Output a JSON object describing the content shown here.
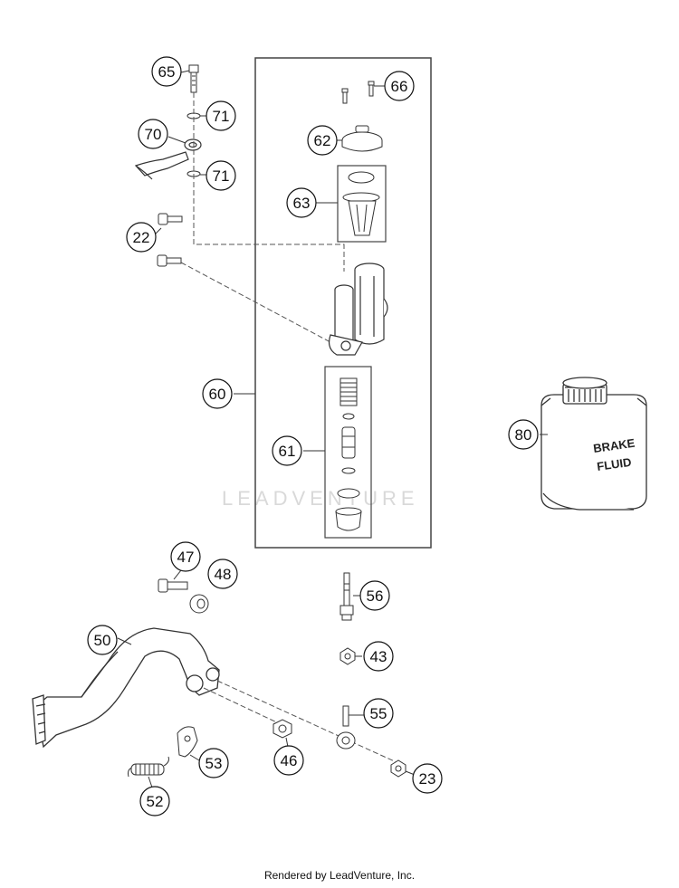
{
  "diagram": {
    "callouts": [
      {
        "id": "65",
        "label": "65"
      },
      {
        "id": "71a",
        "label": "71"
      },
      {
        "id": "70",
        "label": "70"
      },
      {
        "id": "71b",
        "label": "71"
      },
      {
        "id": "22",
        "label": "22"
      },
      {
        "id": "66",
        "label": "66"
      },
      {
        "id": "62",
        "label": "62"
      },
      {
        "id": "63",
        "label": "63"
      },
      {
        "id": "60",
        "label": "60"
      },
      {
        "id": "61",
        "label": "61"
      },
      {
        "id": "80",
        "label": "80"
      },
      {
        "id": "47",
        "label": "47"
      },
      {
        "id": "48",
        "label": "48"
      },
      {
        "id": "56",
        "label": "56"
      },
      {
        "id": "50",
        "label": "50"
      },
      {
        "id": "43",
        "label": "43"
      },
      {
        "id": "55",
        "label": "55"
      },
      {
        "id": "53",
        "label": "53"
      },
      {
        "id": "46",
        "label": "46"
      },
      {
        "id": "23",
        "label": "23"
      },
      {
        "id": "52",
        "label": "52"
      }
    ],
    "bottle_label_line1": "BRAKE",
    "bottle_label_line2": "FLUID",
    "watermark": "LEADVENTURE"
  },
  "footer": {
    "text": "Rendered by LeadVenture, Inc."
  }
}
